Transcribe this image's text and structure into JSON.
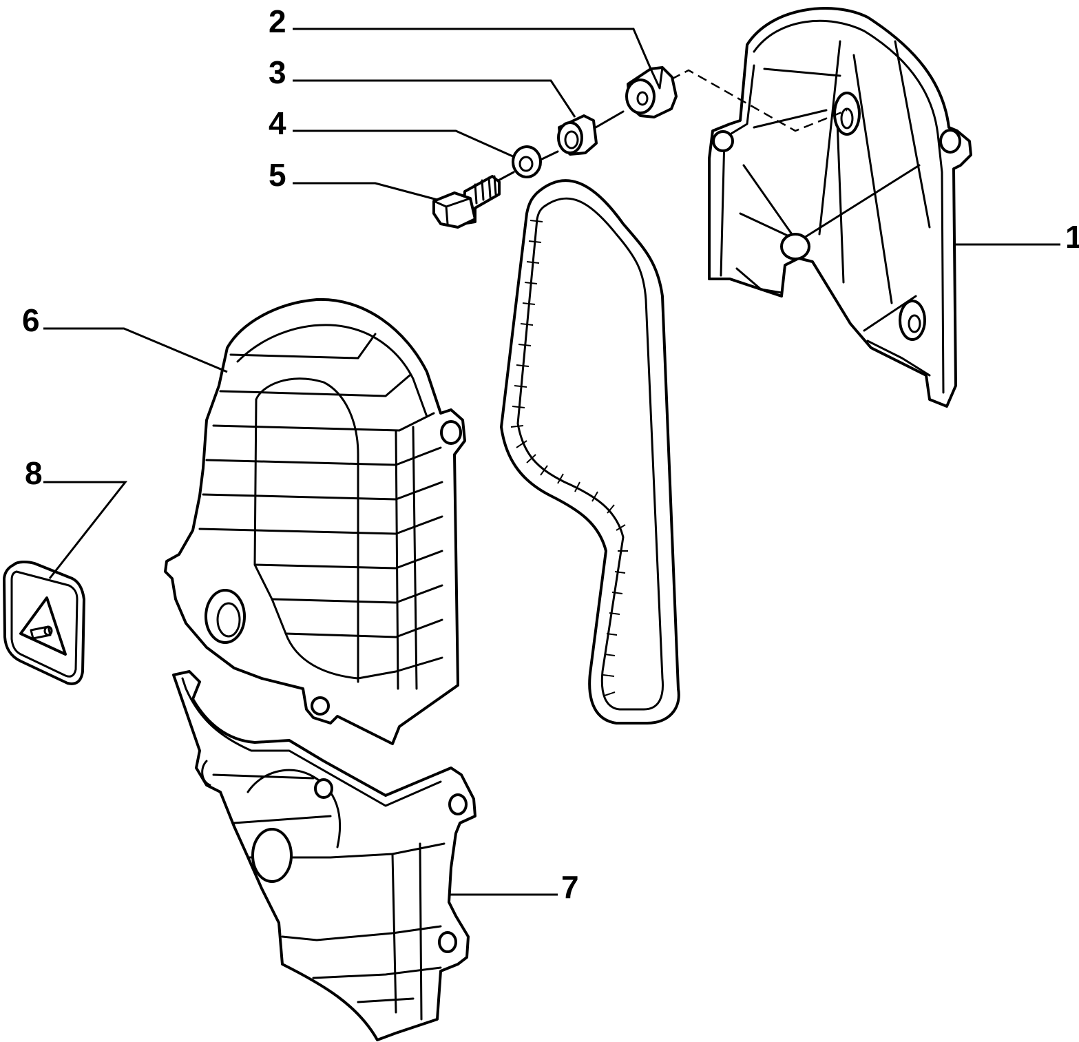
{
  "callouts": {
    "c1": "1",
    "c2": "2",
    "c3": "3",
    "c4": "4",
    "c5": "5",
    "c6": "6",
    "c7": "7",
    "c8": "8"
  },
  "line_color": "#000000",
  "background_color": "#ffffff"
}
